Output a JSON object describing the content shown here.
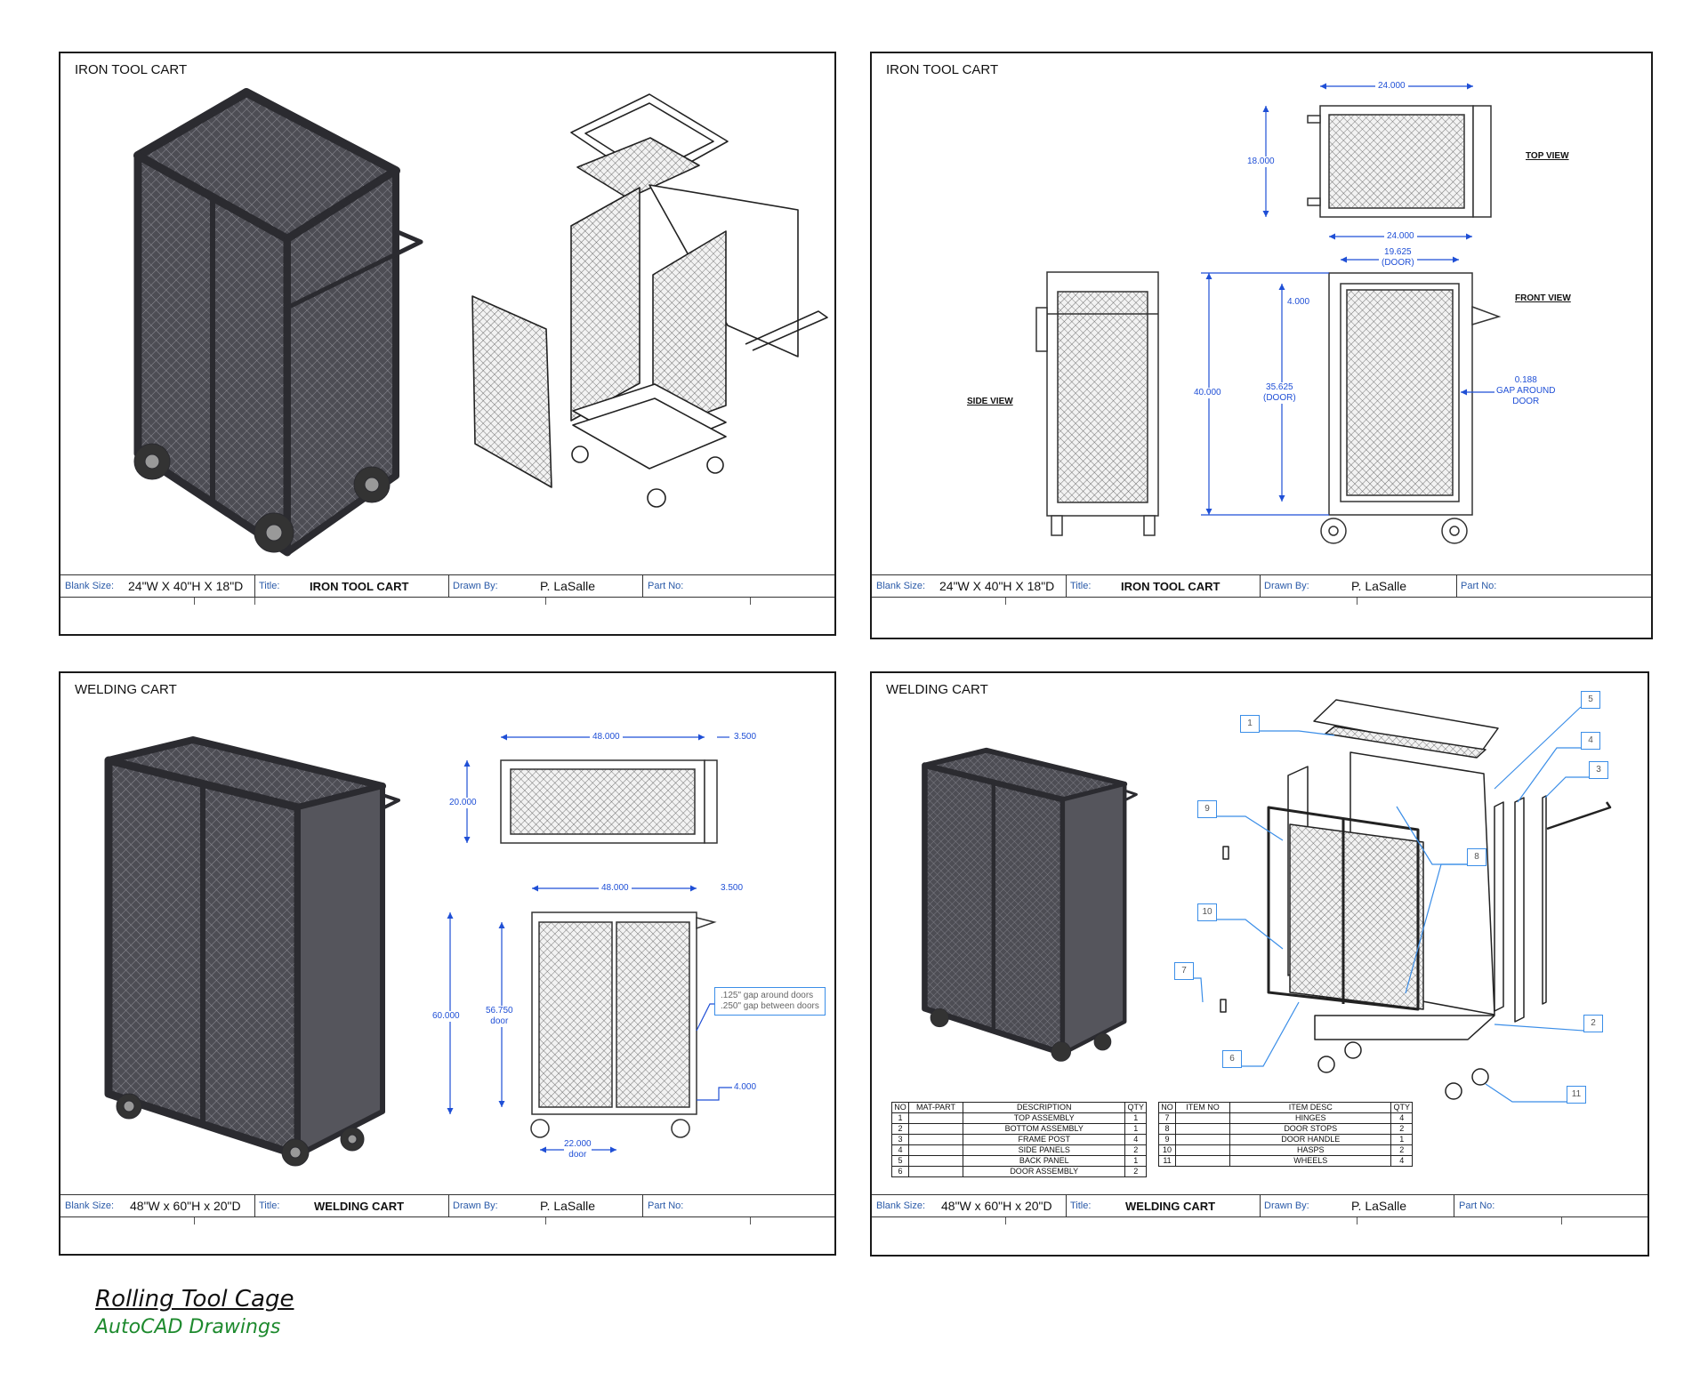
{
  "panels": {
    "top_left": {
      "title": "IRON TOOL CART",
      "title_block": {
        "blank_label": "Blank Size:",
        "blank_value": "24\"W X 40\"H X 18\"D",
        "title_label": "Title:",
        "title_value": "IRON TOOL CART",
        "drawn_label": "Drawn By:",
        "drawn_value": "P. LaSalle",
        "part_label": "Part No:"
      }
    },
    "top_right": {
      "title": "IRON TOOL CART",
      "views": {
        "top": "TOP VIEW",
        "front": "FRONT VIEW",
        "side": "SIDE VIEW"
      },
      "dims": {
        "top_width": "24.000",
        "top_depth": "18.000",
        "front_width": "24.000",
        "door_width": "19.625",
        "door_width_note": "(DOOR)",
        "door_offset": "4.000",
        "height": "40.000",
        "door_height": "35.625",
        "door_height_note": "(DOOR)",
        "gap_value": "0.188",
        "gap_line1": "GAP AROUND",
        "gap_line2": "DOOR"
      },
      "title_block": {
        "blank_label": "Blank Size:",
        "blank_value": "24\"W X 40\"H X 18\"D",
        "title_label": "Title:",
        "title_value": "IRON TOOL CART",
        "drawn_label": "Drawn By:",
        "drawn_value": "P. LaSalle",
        "part_label": "Part No:"
      }
    },
    "bottom_left": {
      "title": "WELDING CART",
      "dims": {
        "top_width": "48.000",
        "top_handle": "3.500",
        "top_depth": "20.000",
        "front_width": "48.000",
        "front_handle": "3.500",
        "height": "60.000",
        "door_height": "56.750",
        "door_height_note": "door",
        "bottom_offset": "4.000",
        "door_width": "22.000",
        "door_width_note": "door"
      },
      "note": {
        "line1": ".125\" gap around doors",
        "line2": ".250\" gap between doors"
      },
      "title_block": {
        "blank_label": "Blank Size:",
        "blank_value": "48\"W x 60\"H x 20\"D",
        "title_label": "Title:",
        "title_value": "WELDING CART",
        "drawn_label": "Drawn By:",
        "drawn_value": "P. LaSalle",
        "part_label": "Part No:"
      }
    },
    "bottom_right": {
      "title": "WELDING CART",
      "callouts": [
        "1",
        "5",
        "4",
        "3",
        "9",
        "8",
        "10",
        "7",
        "2",
        "6",
        "11"
      ],
      "parts_table": {
        "headers": [
          "NO",
          "MAT-PART",
          "DESCRIPTION",
          "QTY"
        ],
        "rows": [
          [
            "1",
            "",
            "TOP ASSEMBLY",
            "1"
          ],
          [
            "2",
            "",
            "BOTTOM ASSEMBLY",
            "1"
          ],
          [
            "3",
            "",
            "FRAME POST",
            "4"
          ],
          [
            "4",
            "",
            "SIDE PANELS",
            "2"
          ],
          [
            "5",
            "",
            "BACK PANEL",
            "1"
          ],
          [
            "6",
            "",
            "DOOR ASSEMBLY",
            "2"
          ]
        ]
      },
      "items_table": {
        "headers": [
          "NO",
          "ITEM NO",
          "ITEM DESC",
          "QTY"
        ],
        "rows": [
          [
            "7",
            "",
            "HINGES",
            "4"
          ],
          [
            "8",
            "",
            "DOOR STOPS",
            "2"
          ],
          [
            "9",
            "",
            "DOOR HANDLE",
            "1"
          ],
          [
            "10",
            "",
            "HASPS",
            "2"
          ],
          [
            "11",
            "",
            "WHEELS",
            "4"
          ]
        ]
      },
      "title_block": {
        "blank_label": "Blank Size:",
        "blank_value": "48\"W x 60\"H x 20\"D",
        "title_label": "Title:",
        "title_value": "WELDING CART",
        "drawn_label": "Drawn By:",
        "drawn_value": "P. LaSalle",
        "part_label": "Part No:"
      }
    }
  },
  "footer": {
    "title": "Rolling Tool Cage",
    "subtitle": "AutoCAD Drawings"
  },
  "colors": {
    "dimension": "#1f4fd6",
    "callout": "#3b8ee8",
    "subtitle": "#1e8a2e"
  }
}
